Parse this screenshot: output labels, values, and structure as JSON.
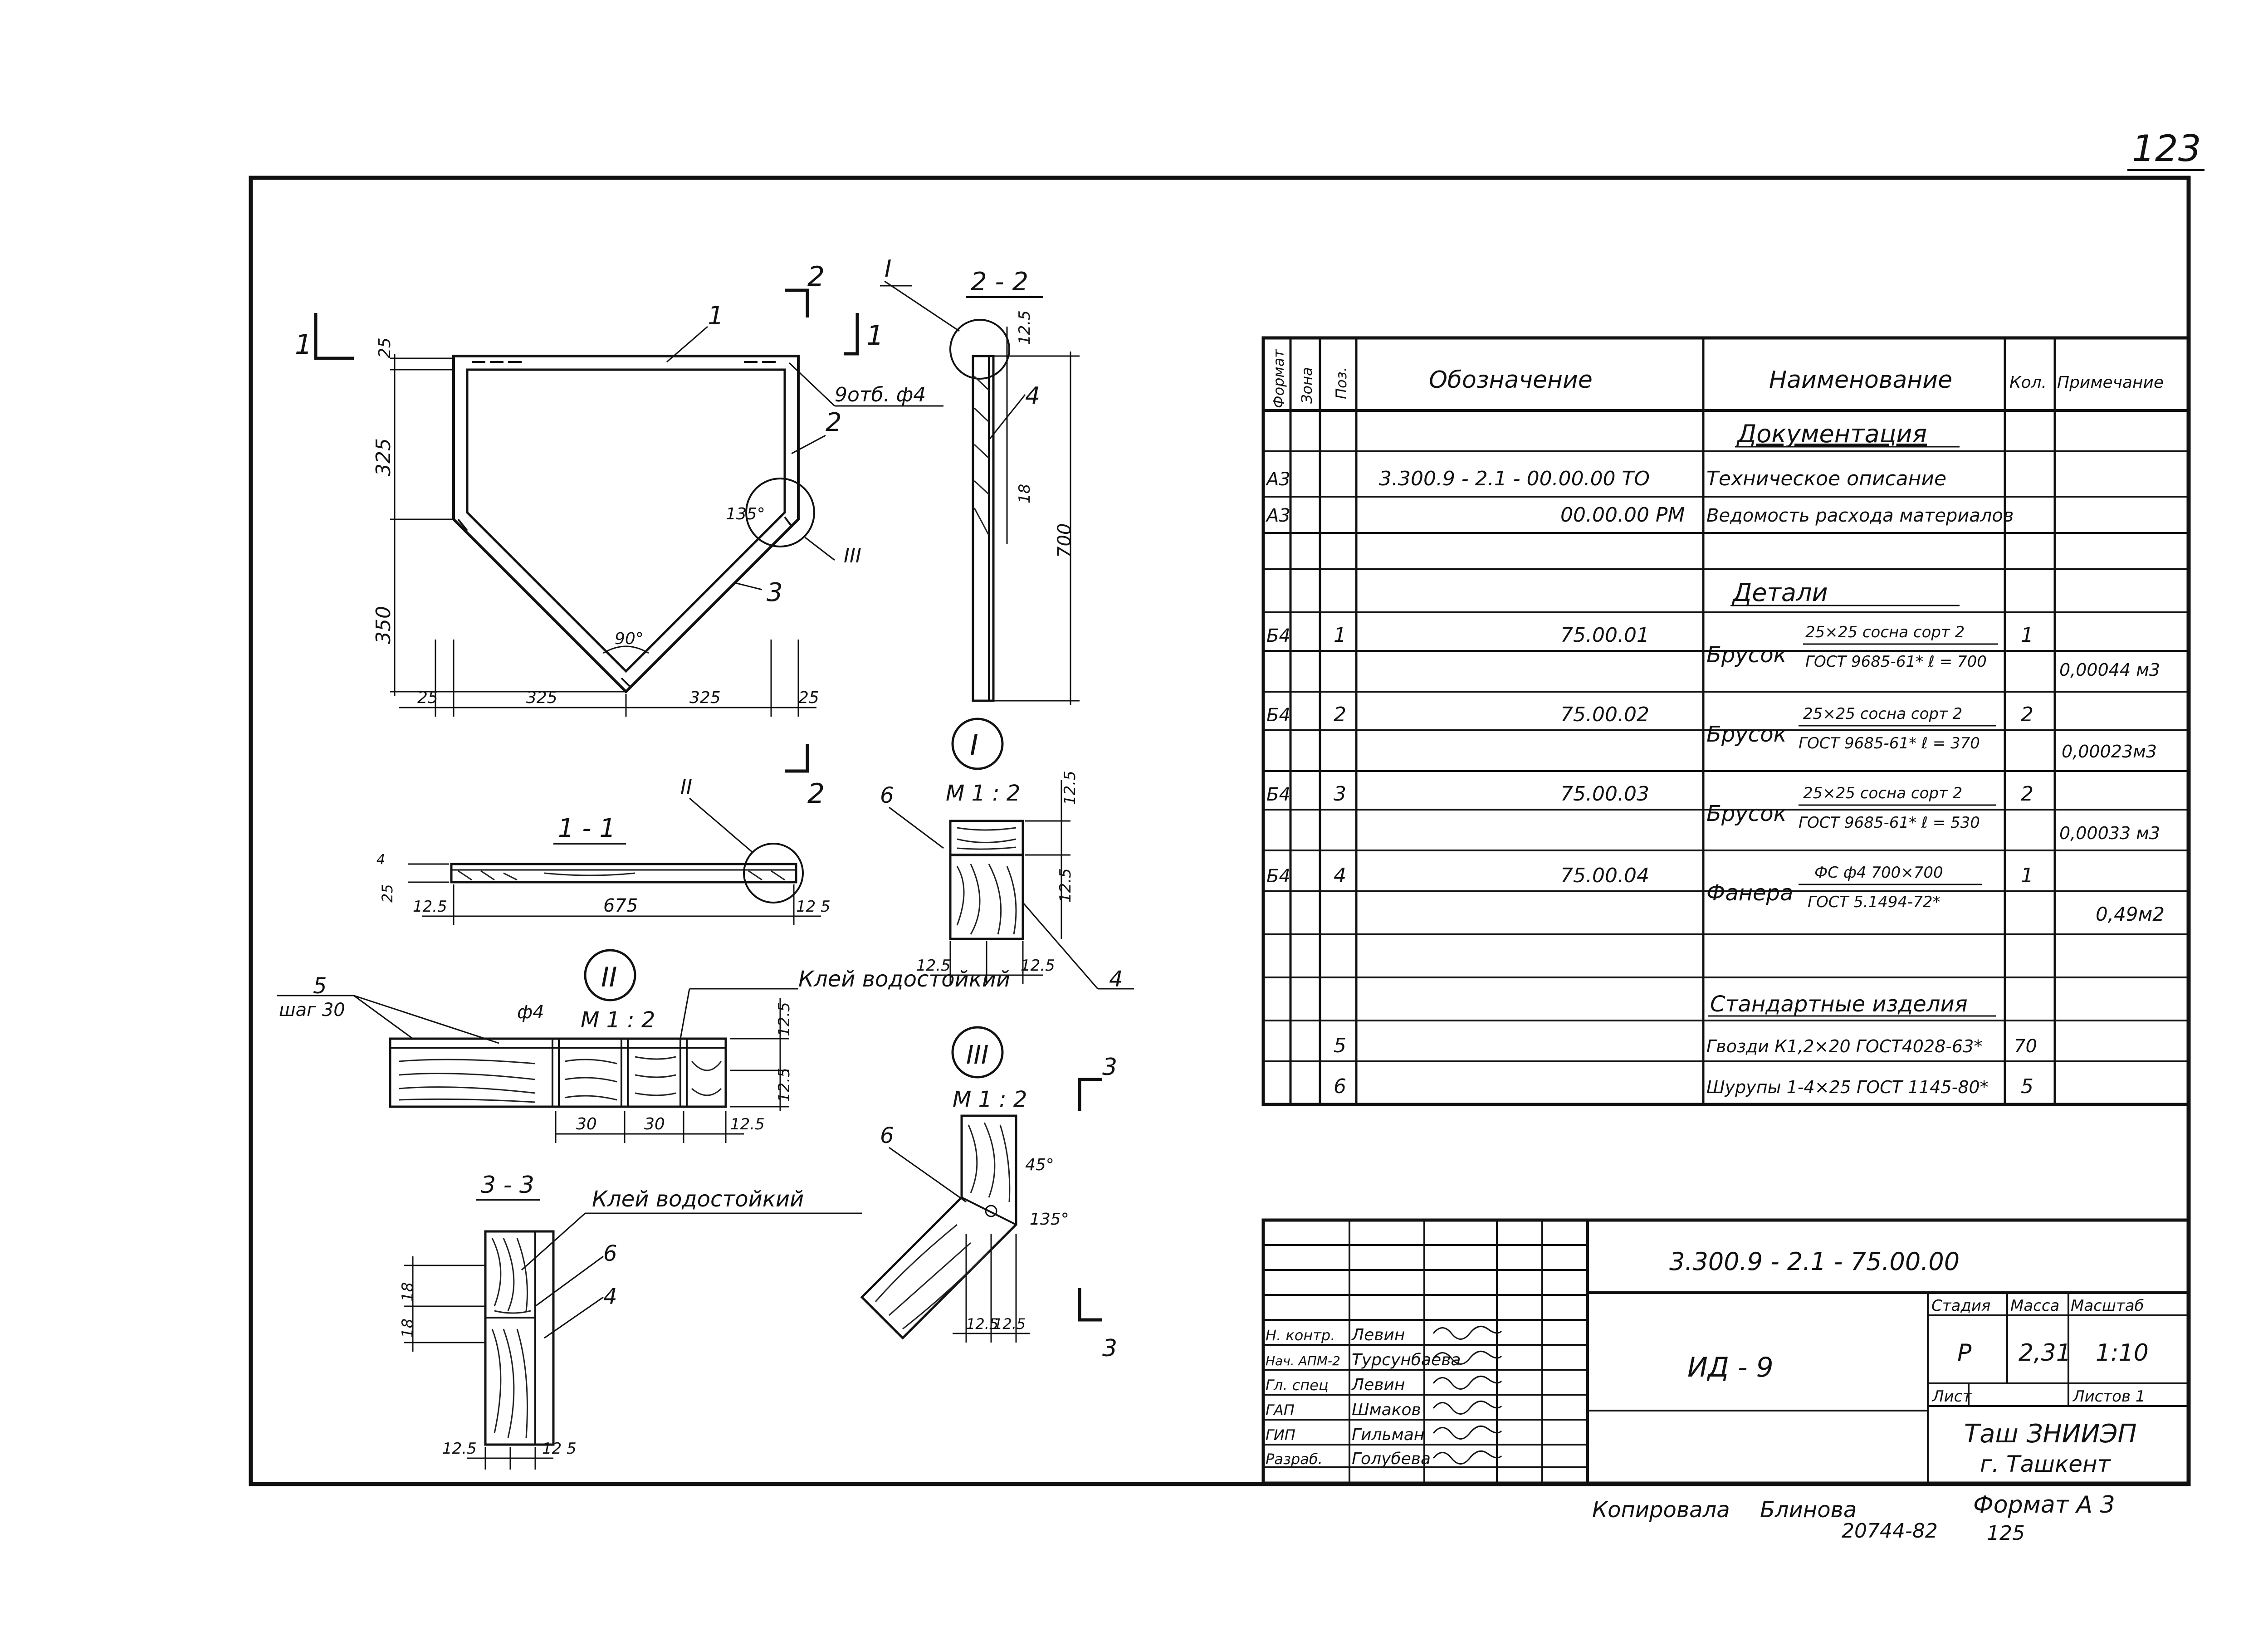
{
  "sheet_number": "123",
  "views": {
    "main": {
      "cut_marks": [
        "1",
        "2",
        "1",
        "2"
      ],
      "positions": [
        "1",
        "2",
        "3"
      ],
      "holes_note": "9отб. ф4",
      "angle_top": "135°",
      "angle_bottom": "90°",
      "detail_refs": [
        "I",
        "III"
      ],
      "dims_left": [
        "25",
        "325",
        "350"
      ],
      "dims_bottom": [
        "25",
        "325",
        "325",
        "25"
      ]
    },
    "section_2_2": {
      "title": "2 - 2",
      "dims": [
        "12.5",
        "18",
        "700"
      ],
      "pos": "4"
    },
    "section_1_1": {
      "title": "1 - 1",
      "detail_ref": "II",
      "dims": [
        "4",
        "25",
        "12.5",
        "675",
        "12 5"
      ]
    },
    "detail_I": {
      "mark": "I",
      "scale": "М 1 : 2",
      "pos": [
        "6",
        "4"
      ],
      "dims": [
        "12.5",
        "12.5",
        "12.5",
        "12.5"
      ]
    },
    "detail_II": {
      "mark": "II",
      "scale": "М 1 : 2",
      "pos": "5",
      "step": "шаг 30",
      "phi": "ф4",
      "glue": "Клей водостойкий",
      "dims": [
        "12.5",
        "12.5",
        "30",
        "30",
        "12.5"
      ]
    },
    "detail_III": {
      "mark": "III",
      "scale": "М 1 : 2",
      "pos": "6",
      "angles": [
        "45°",
        "135°"
      ],
      "dims": [
        "12.5",
        "12.5"
      ],
      "cut_marks": [
        "3",
        "3"
      ]
    },
    "section_3_3": {
      "title": "3 - 3",
      "glue": "Клей водостойкий",
      "pos": [
        "6",
        "4"
      ],
      "dims": [
        "18",
        "18",
        "12.5",
        "12 5"
      ]
    }
  },
  "spec_table": {
    "headers": [
      "Формат",
      "Зона",
      "Поз.",
      "Обозначение",
      "Наименование",
      "Кол.",
      "Примечание"
    ],
    "sections": {
      "documentation": "Документация",
      "details": "Детали",
      "standard": "Стандартные изделия"
    },
    "docs": [
      {
        "format": "А3",
        "designation": "3.300.9 - 2.1 - 00.00.00 ТО",
        "name": "Техническое описание"
      },
      {
        "format": "А3",
        "designation": "00.00.00 РМ",
        "name": "Ведомость расхода материалов"
      }
    ],
    "details": [
      {
        "format": "Б4",
        "pos": "1",
        "designation": "75.00.01",
        "name": "Брусок",
        "line1": "25×25 сосна сорт 2",
        "line2": "ГОСТ 9685-61* ℓ = 700",
        "qty": "1",
        "note": "0,00044 м3"
      },
      {
        "format": "Б4",
        "pos": "2",
        "designation": "75.00.02",
        "name": "Брусок",
        "line1": "25×25 сосна сорт 2",
        "line2": "ГОСТ 9685-61* ℓ = 370",
        "qty": "2",
        "note": "0,00023м3"
      },
      {
        "format": "Б4",
        "pos": "3",
        "designation": "75.00.03",
        "name": "Брусок",
        "line1": "25×25 сосна сорт 2",
        "line2": "ГОСТ 9685-61* ℓ = 530",
        "qty": "2",
        "note": "0,00033 м3"
      },
      {
        "format": "Б4",
        "pos": "4",
        "designation": "75.00.04",
        "name": "Фанера",
        "line1": "ФС ф4 700×700",
        "line2": "ГОСТ 5.1494-72*",
        "qty": "1",
        "note": "0,49м2"
      }
    ],
    "standard": [
      {
        "pos": "5",
        "name": "Гвозди К1,2×20 ГОСТ4028-63*",
        "qty": "70"
      },
      {
        "pos": "6",
        "name": "Шурупы 1-4×25 ГОСТ 1145-80*",
        "qty": "5"
      }
    ]
  },
  "title_block": {
    "doc_code": "3.300.9 - 2.1 - 75.00.00",
    "product": "ИД - 9",
    "labels": {
      "stage": "Стадия",
      "mass": "Масса",
      "scale": "Масштаб",
      "sheet": "Лист",
      "sheets": "Листов 1"
    },
    "values": {
      "stage": "Р",
      "mass": "2,31",
      "scale": "1:10"
    },
    "org_line1": "Таш ЗНИИЭП",
    "org_line2": "г. Ташкент",
    "people": [
      {
        "role": "Н. контр.",
        "name": "Левин"
      },
      {
        "role": "Нач. АПМ-2",
        "name": "Турсунбаева"
      },
      {
        "role": "Гл. спец",
        "name": "Левин"
      },
      {
        "role": "ГАП",
        "name": "Шмаков"
      },
      {
        "role": "ГИП",
        "name": "Гильман"
      },
      {
        "role": "Разраб.",
        "name": "Голубева"
      }
    ]
  },
  "footer": {
    "copied": "Копировала",
    "copier": "Блинова",
    "number": "20744-82",
    "format_label": "Формат А 3",
    "code": "125"
  }
}
